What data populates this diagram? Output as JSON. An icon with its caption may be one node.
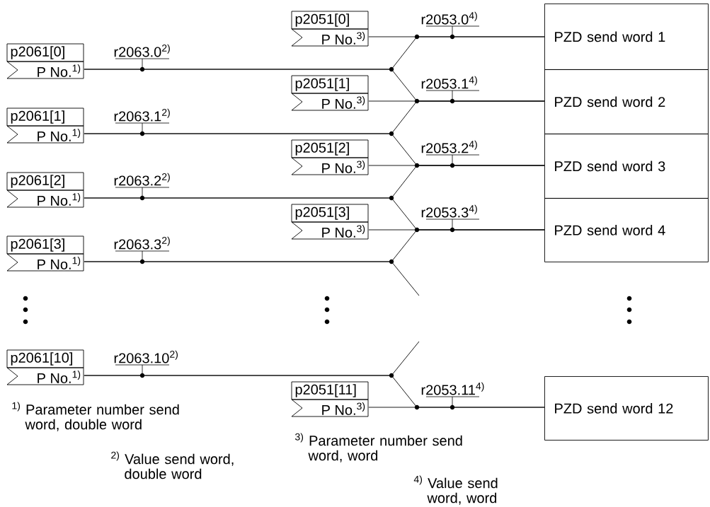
{
  "diagram": {
    "nodes": [
      {
        "text": [
          "p2061[0]",
          "P No.$^{1)}$"
        ]
      },
      {
        "text": [
          "p2061[1]",
          "P No.$^{1)}$"
        ]
      },
      {
        "text": [
          "p2061[2]",
          "P No.$^{1)}$"
        ]
      },
      {
        "text": [
          "p2061[3]",
          "P No.$^{1)}$"
        ]
      },
      {
        "text": [
          "p2061[10]",
          "P No.$^{1)}$"
        ]
      },
      {
        "text": [
          "p2051[0]",
          "P No.$^{3)}$"
        ]
      },
      {
        "text": [
          "p2051[1]",
          "P No.$^{3)}$"
        ]
      },
      {
        "text": [
          "p2051[2]",
          "P No.$^{3)}$"
        ]
      },
      {
        "text": [
          "p2051[3]",
          "P No.$^{3)}$"
        ]
      },
      {
        "text": [
          "p2051[11]",
          "P No.$^{3)}$"
        ]
      },
      {
        "text": [
          "PZD send word 1"
        ]
      },
      {
        "text": [
          "PZD send word 2"
        ]
      },
      {
        "text": [
          "PZD send word 3"
        ]
      },
      {
        "text": [
          "PZD send word 4"
        ]
      },
      {
        "text": [
          "PZD send word 12"
        ]
      }
    ],
    "edges": [
      {
        "from": 0,
        "to": 10,
        "arrow": "none",
        "label": "r2063.0$^{2)}$"
      },
      {
        "from": 0,
        "to": 11,
        "arrow": "none"
      },
      {
        "from": 1,
        "to": 11,
        "arrow": "none",
        "label": "r2063.1$^{2)}$"
      },
      {
        "from": 1,
        "to": 12,
        "arrow": "none"
      },
      {
        "from": 2,
        "to": 12,
        "arrow": "none",
        "label": "r2063.2$^{2)}$"
      },
      {
        "from": 2,
        "to": 13,
        "arrow": "none"
      },
      {
        "from": 3,
        "to": 13,
        "arrow": "none",
        "label": "r2063.3$^{2)}$"
      },
      {
        "from": 3,
        "to": null,
        "arrow": "none"
      },
      {
        "from": 4,
        "to": null,
        "arrow": "none",
        "label": "r2063.10$^{2)}$"
      },
      {
        "from": 4,
        "to": 14,
        "arrow": "none"
      },
      {
        "from": 5,
        "to": 10,
        "arrow": "none",
        "label": "r2053.0$^{4)}$"
      },
      {
        "from": 6,
        "to": 11,
        "arrow": "none",
        "label": "r2053.1$^{4)}$"
      },
      {
        "from": 7,
        "to": 12,
        "arrow": "none",
        "label": "r2053.2$^{4)}$"
      },
      {
        "from": 8,
        "to": 13,
        "arrow": "none",
        "label": "r2053.3$^{4)}$"
      },
      {
        "from": 9,
        "to": 14,
        "arrow": "none",
        "label": "r2053.11$^{4)}$"
      }
    ],
    "labels": [
      "$^{1)}$ Parameter number send word, double word",
      "$^{2)}$ Value send word, double word",
      "$^{3)}$ Parameter number send word, word",
      "$^{4)}$ Value send word, word"
    ]
  }
}
